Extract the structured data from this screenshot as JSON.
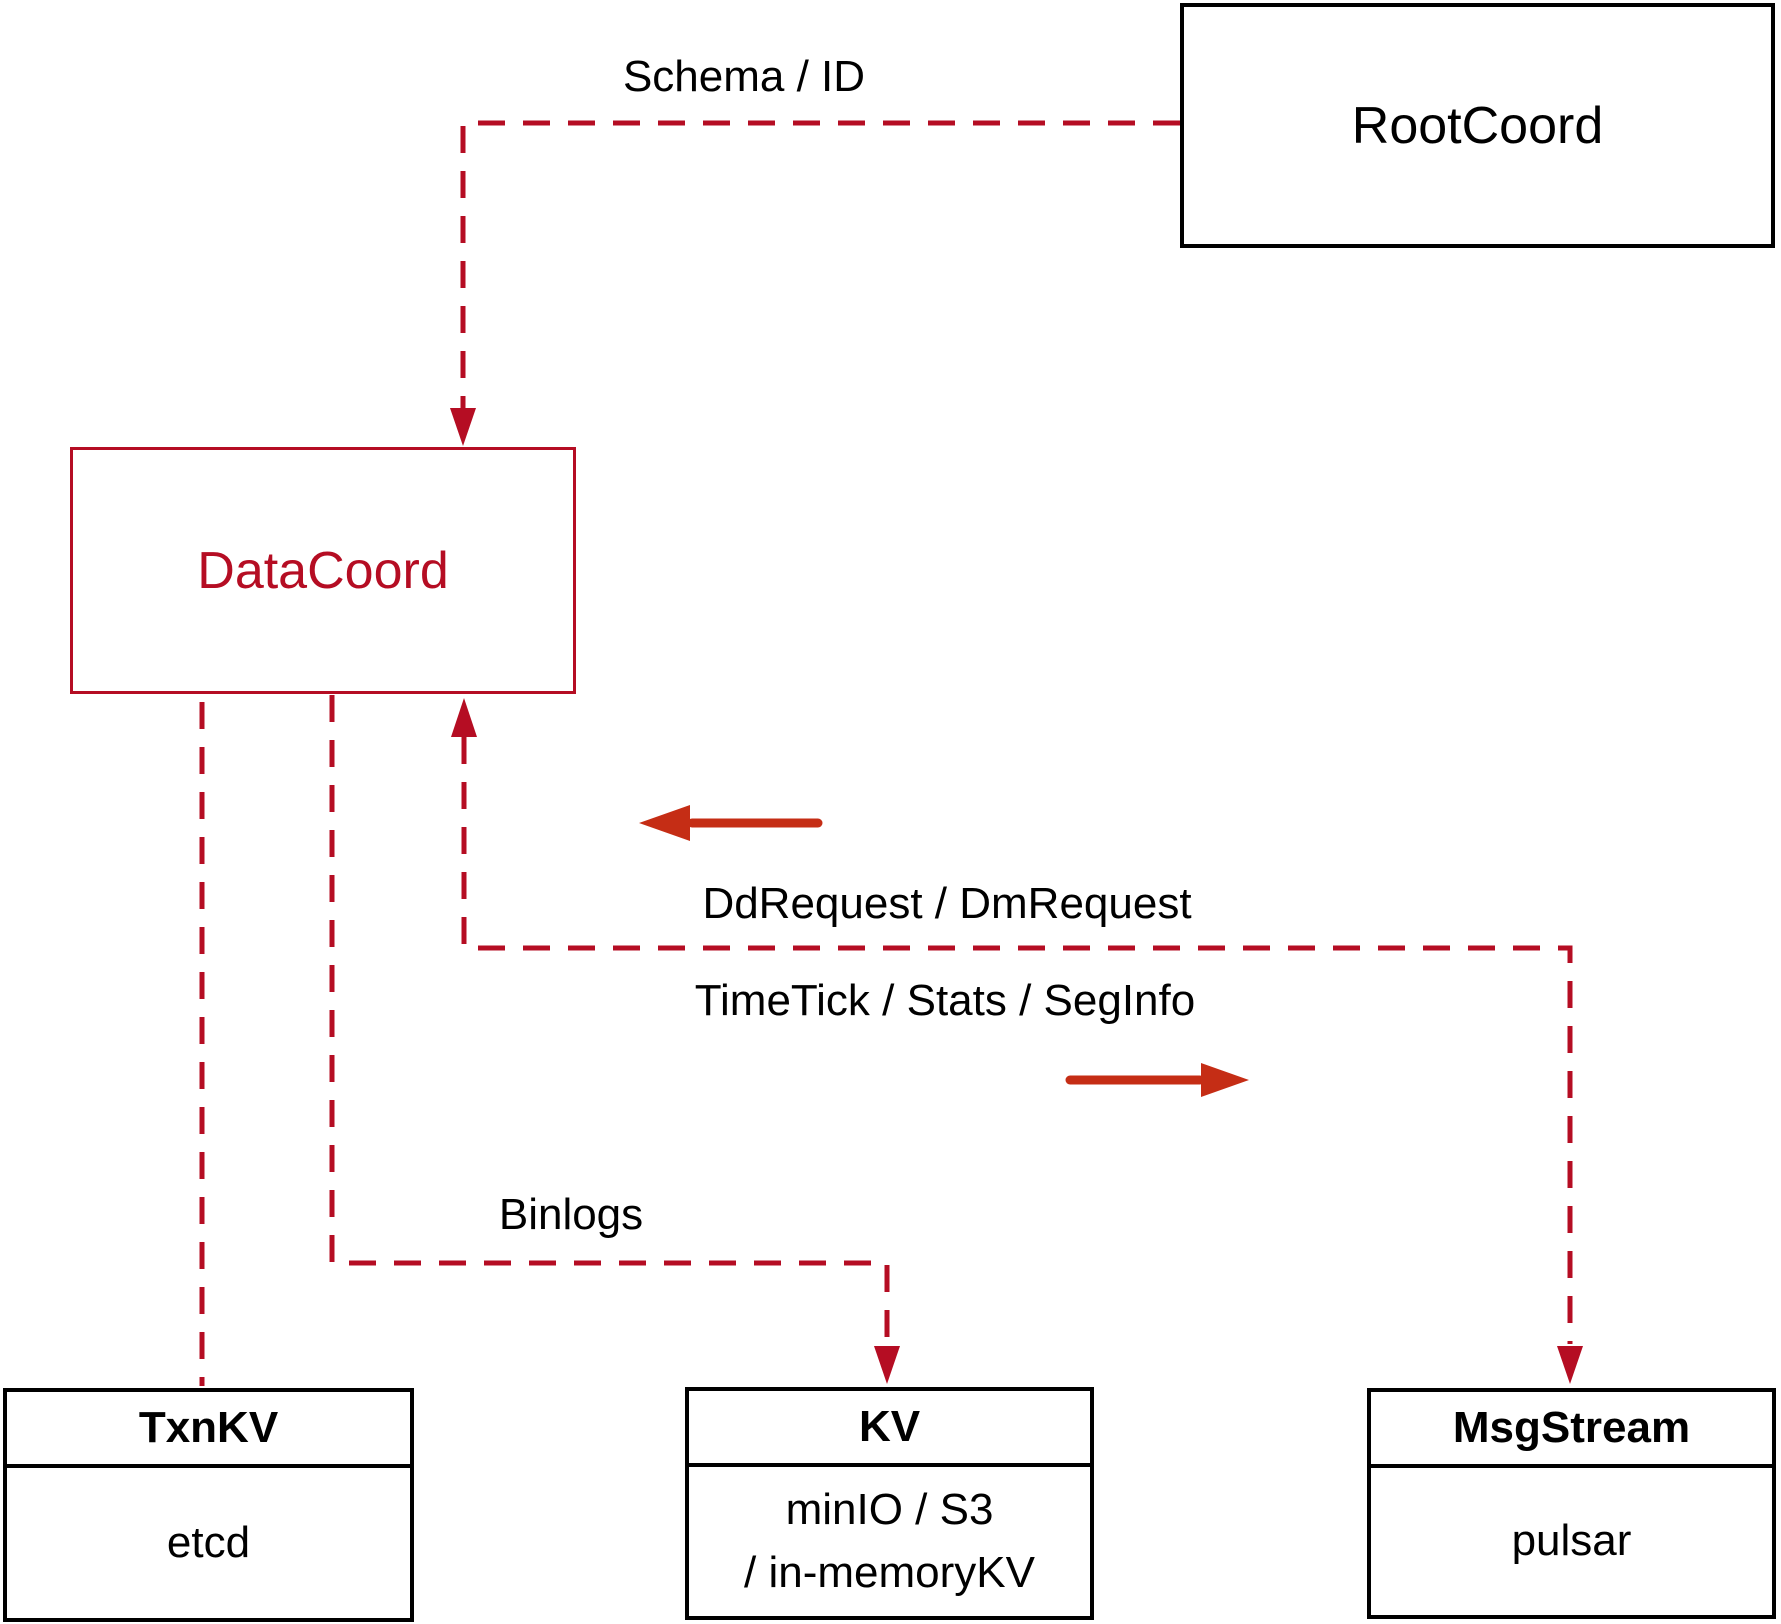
{
  "colors": {
    "ink": "#000000",
    "crimson": "#b50d23",
    "arrow-red": "#c52d15",
    "bg": "#ffffff"
  },
  "nodes": {
    "rootcoord": {
      "label": "RootCoord"
    },
    "datacoord": {
      "label": "DataCoord"
    },
    "txnkv": {
      "header": "TxnKV",
      "body": "etcd"
    },
    "kv": {
      "header": "KV",
      "body_line1": "minIO / S3",
      "body_line2": "/ in-memoryKV"
    },
    "msgstream": {
      "header": "MsgStream",
      "body": "pulsar"
    }
  },
  "edges": {
    "schema_id": {
      "label": "Schema / ID"
    },
    "dd_request": {
      "label": "DdRequest / DmRequest"
    },
    "time_tick": {
      "label": "TimeTick / Stats / SegInfo"
    },
    "binlogs": {
      "label": "Binlogs"
    }
  }
}
